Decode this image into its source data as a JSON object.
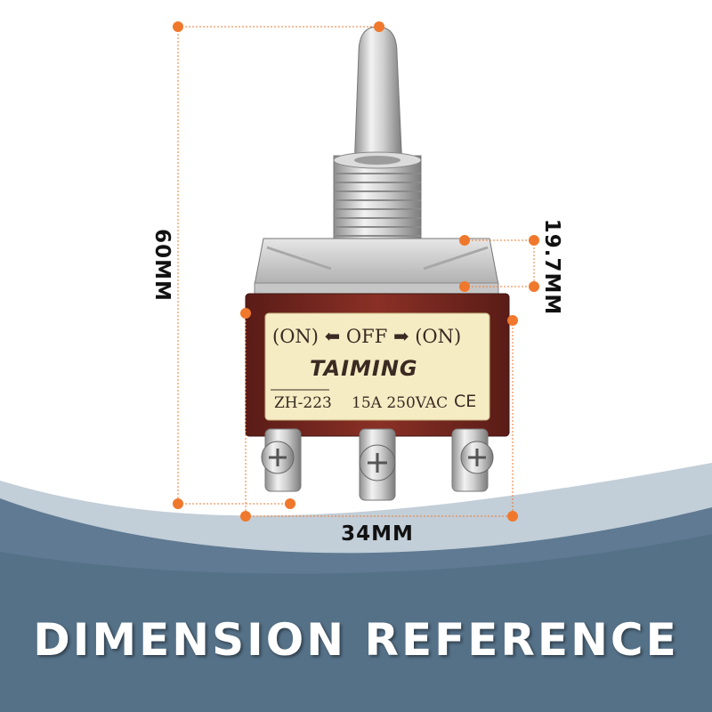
{
  "dimensions": {
    "height_label": "60MM",
    "bushing_label": "19.7MM",
    "width_label": "34MM"
  },
  "banner": {
    "title": "DIMENSION REFERENCE"
  },
  "nameplate": {
    "positions": "(ON) ⬅ OFF ➡ (ON)",
    "brand": "TAIMING",
    "model": "ZH-223",
    "rating": "15A 250VAC",
    "mark": "CE"
  },
  "colors": {
    "marker": "#f0782c",
    "banner_dark": "#5f7a92",
    "banner_light": "#c2ced8",
    "body_brown": "#7a2a22",
    "label_plate": "#f6ecc4",
    "metal": "#c9c9c9"
  }
}
